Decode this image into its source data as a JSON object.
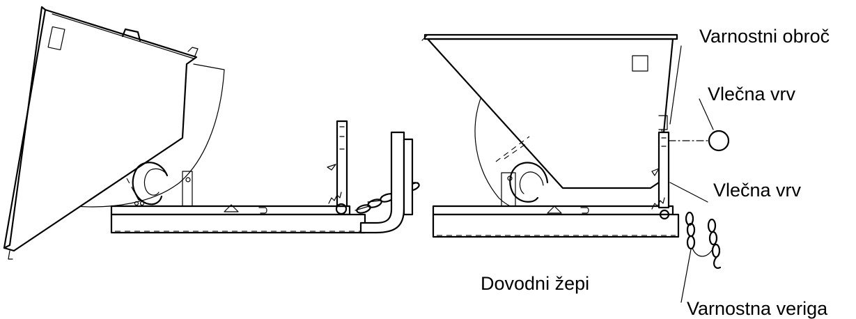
{
  "diagram": {
    "labels": {
      "safety_ring": "Varnostni obroč",
      "tow_rope_top": "Vlečna vrv",
      "tow_rope_bottom": "Vlečna vrv",
      "fork_pockets": "Dovodni žepi",
      "safety_chain": "Varnostna veriga"
    }
  }
}
